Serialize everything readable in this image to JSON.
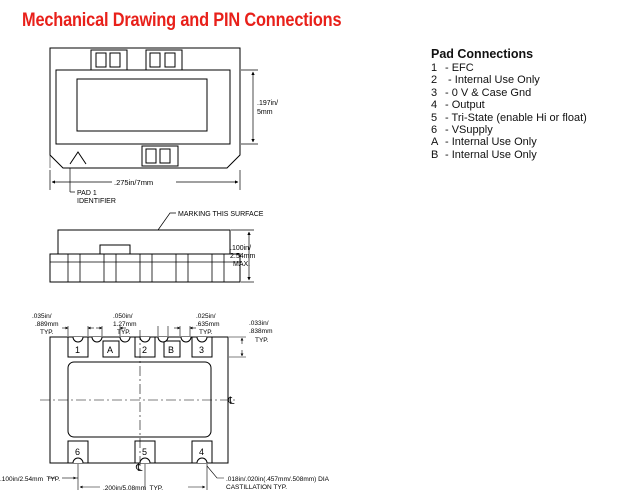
{
  "title": "Mechanical Drawing and PIN Connections",
  "pad_connections": {
    "heading": "Pad Connections",
    "rows": [
      {
        "key": "1",
        "desc": "- EFC"
      },
      {
        "key": "2",
        "desc": " - Internal Use Only"
      },
      {
        "key": "3",
        "desc": "- 0 V & Case Gnd"
      },
      {
        "key": "4",
        "desc": "- Output"
      },
      {
        "key": "5",
        "desc": "- Tri-State (enable Hi or float)"
      },
      {
        "key": "6",
        "desc": "- VSupply"
      },
      {
        "key": "A",
        "desc": "- Internal Use Only"
      },
      {
        "key": "B",
        "desc": "- Internal Use Only"
      }
    ]
  },
  "top_view": {
    "height_dim": [
      ".197in/",
      "5mm"
    ],
    "width_dim": ".275in/7mm",
    "pad1_label": [
      "PAD 1",
      "IDENTIFIER"
    ]
  },
  "side_view": {
    "marking_label": "MARKING THIS SURFACE",
    "height_dim": [
      ".100in/",
      "2.54mm",
      "MAX."
    ]
  },
  "bottom_view": {
    "dim_left": [
      ".035in/",
      ".889mm",
      "TYP."
    ],
    "dim_mid": [
      ".050in/",
      "1.27mm",
      "TYP."
    ],
    "dim_right": [
      ".025in/",
      ".635mm",
      "TYP."
    ],
    "dim_far_right": [
      ".033in/",
      ".838mm",
      "TYP."
    ],
    "pads_top": [
      "1",
      "A",
      "2",
      "B",
      "3"
    ],
    "pads_bottom": [
      "6",
      "5",
      "4"
    ],
    "pitch_left": ".100in/2.54mm  TYP.",
    "pitch_bottom": ".200in/5.08mm  TYP.",
    "castillation": [
      ".018in/.020in(.457mm/.508mm) DIA",
      "CASTILLATION TYP."
    ],
    "centerline_symbol": "℄"
  }
}
